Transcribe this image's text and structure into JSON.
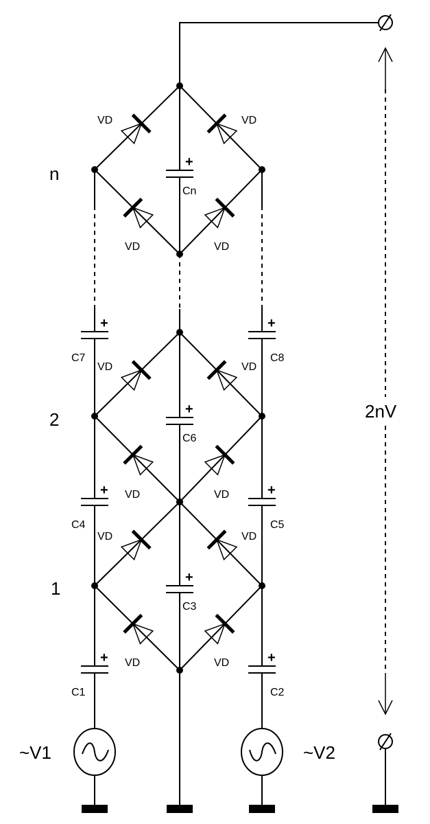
{
  "diagram": {
    "type": "circuit-schematic",
    "title": "Voltage multiplier bridge cascade",
    "stage_labels": [
      "n",
      "2",
      "1"
    ],
    "sources": [
      {
        "id": "V1",
        "label": "~V1"
      },
      {
        "id": "V2",
        "label": "~V2"
      }
    ],
    "output_voltage_label": "2nV",
    "diode_label": "VD",
    "capacitors": [
      {
        "id": "Cn",
        "label": "Cn"
      },
      {
        "id": "C1",
        "label": "C1"
      },
      {
        "id": "C2",
        "label": "C2"
      },
      {
        "id": "C3",
        "label": "C3"
      },
      {
        "id": "C4",
        "label": "C4"
      },
      {
        "id": "C5",
        "label": "C5"
      },
      {
        "id": "C6",
        "label": "C6"
      },
      {
        "id": "C7",
        "label": "C7"
      },
      {
        "id": "C8",
        "label": "C8"
      }
    ],
    "polarity_mark": "+"
  }
}
